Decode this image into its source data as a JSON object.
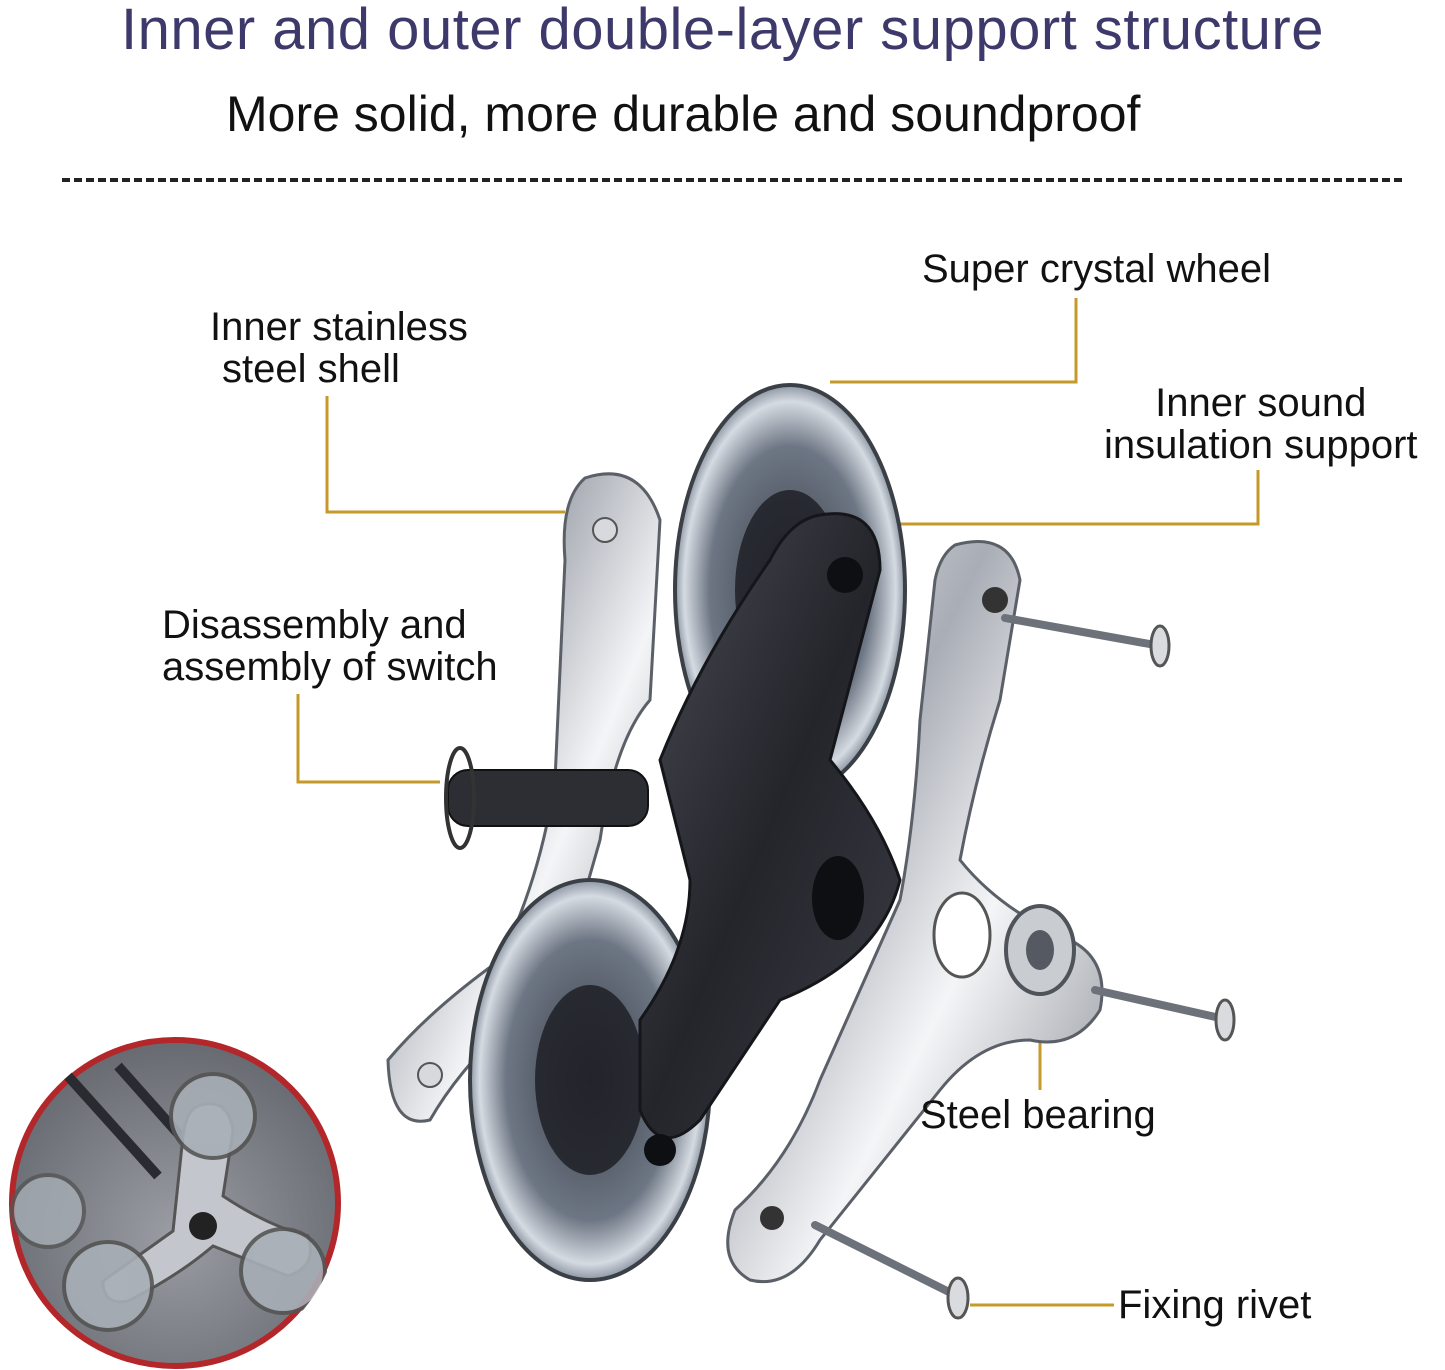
{
  "header": {
    "title": "Inner and outer double-layer support structure",
    "subtitle": "More solid, more durable and soundproof"
  },
  "labels": {
    "super_crystal_wheel": "Super crystal wheel",
    "inner_steel_line1": "Inner stainless",
    "inner_steel_line2": "steel shell",
    "sound_line1": "Inner sound",
    "sound_line2": "insulation support",
    "disassembly_line1": "Disassembly and",
    "disassembly_line2": "assembly of switch",
    "steel_bearing": "Steel bearing",
    "fixing_rivet": "Fixing rivet"
  },
  "colors": {
    "title": "#3d3a6b",
    "leader_line": "#c59a2a",
    "steel": "#b9bcc2",
    "dark_bracket": "#2c2d33",
    "inset_border": "#b3262a"
  }
}
